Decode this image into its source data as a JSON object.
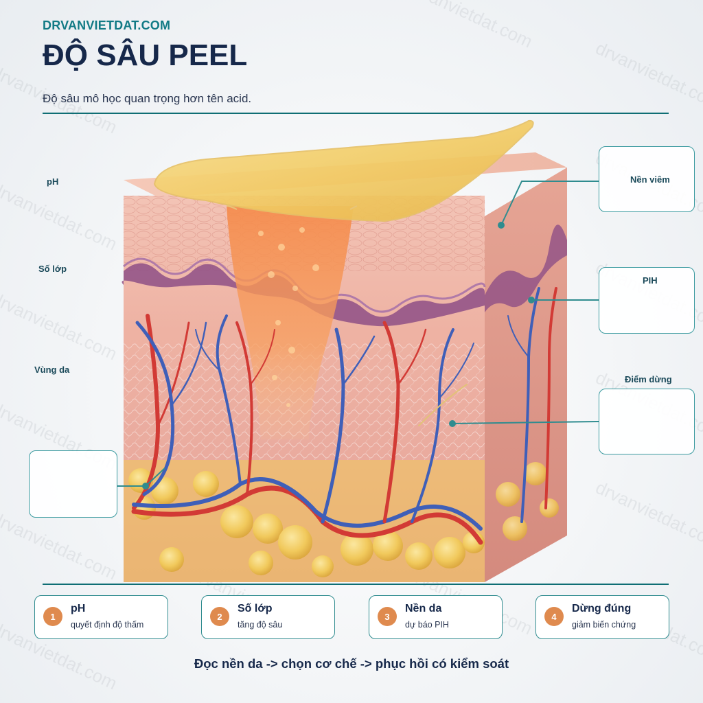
{
  "brand": "DRVANVIETDAT.COM",
  "title": "ĐỘ SÂU PEEL",
  "subtitle": "Độ sâu mô học quan trọng hơn tên acid.",
  "watermark_text": "drvanvietdat.com",
  "left_labels": [
    "pH",
    "Số lớp",
    "Vùng da"
  ],
  "right_labels": [
    "Nền viêm",
    "PIH",
    "Điểm dừng"
  ],
  "cards": [
    {
      "num": "1",
      "title": "pH",
      "desc": "quyết định độ thấm"
    },
    {
      "num": "2",
      "title": "Số lớp",
      "desc": "tăng độ sâu"
    },
    {
      "num": "3",
      "title": "Nền da",
      "desc": "dự báo PIH"
    },
    {
      "num": "4",
      "title": "Dừng đúng",
      "desc": "giảm biến chứng"
    }
  ],
  "footer": "Đọc nền da -> chọn cơ chế -> phục hồi có kiểm soát",
  "colors": {
    "accent_teal": "#117a85",
    "title_navy": "#16284a",
    "badge_orange": "#df8a4e",
    "skin_pink": "#f0b5a8",
    "basal_purple": "#8e4f86",
    "fat_yellow": "#f0c85a",
    "artery_red": "#d23a35",
    "vein_blue": "#3f5fb8",
    "peel_gold": "#f5d77a"
  }
}
